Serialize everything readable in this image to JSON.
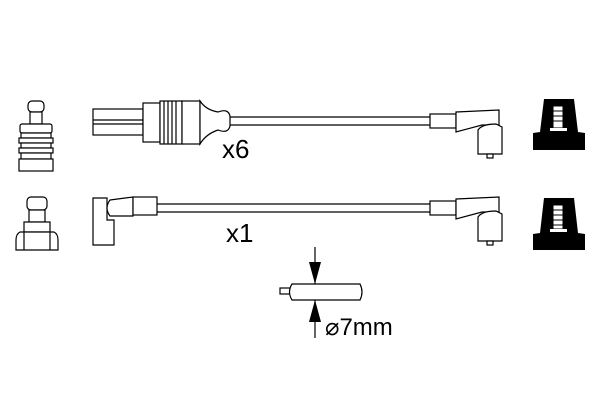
{
  "diagram": {
    "rows": [
      {
        "quantity_label": "x6"
      },
      {
        "quantity_label": "x1"
      }
    ],
    "diameter_label": "⌀7mm",
    "colors": {
      "line": "#000000",
      "background": "#ffffff"
    }
  }
}
